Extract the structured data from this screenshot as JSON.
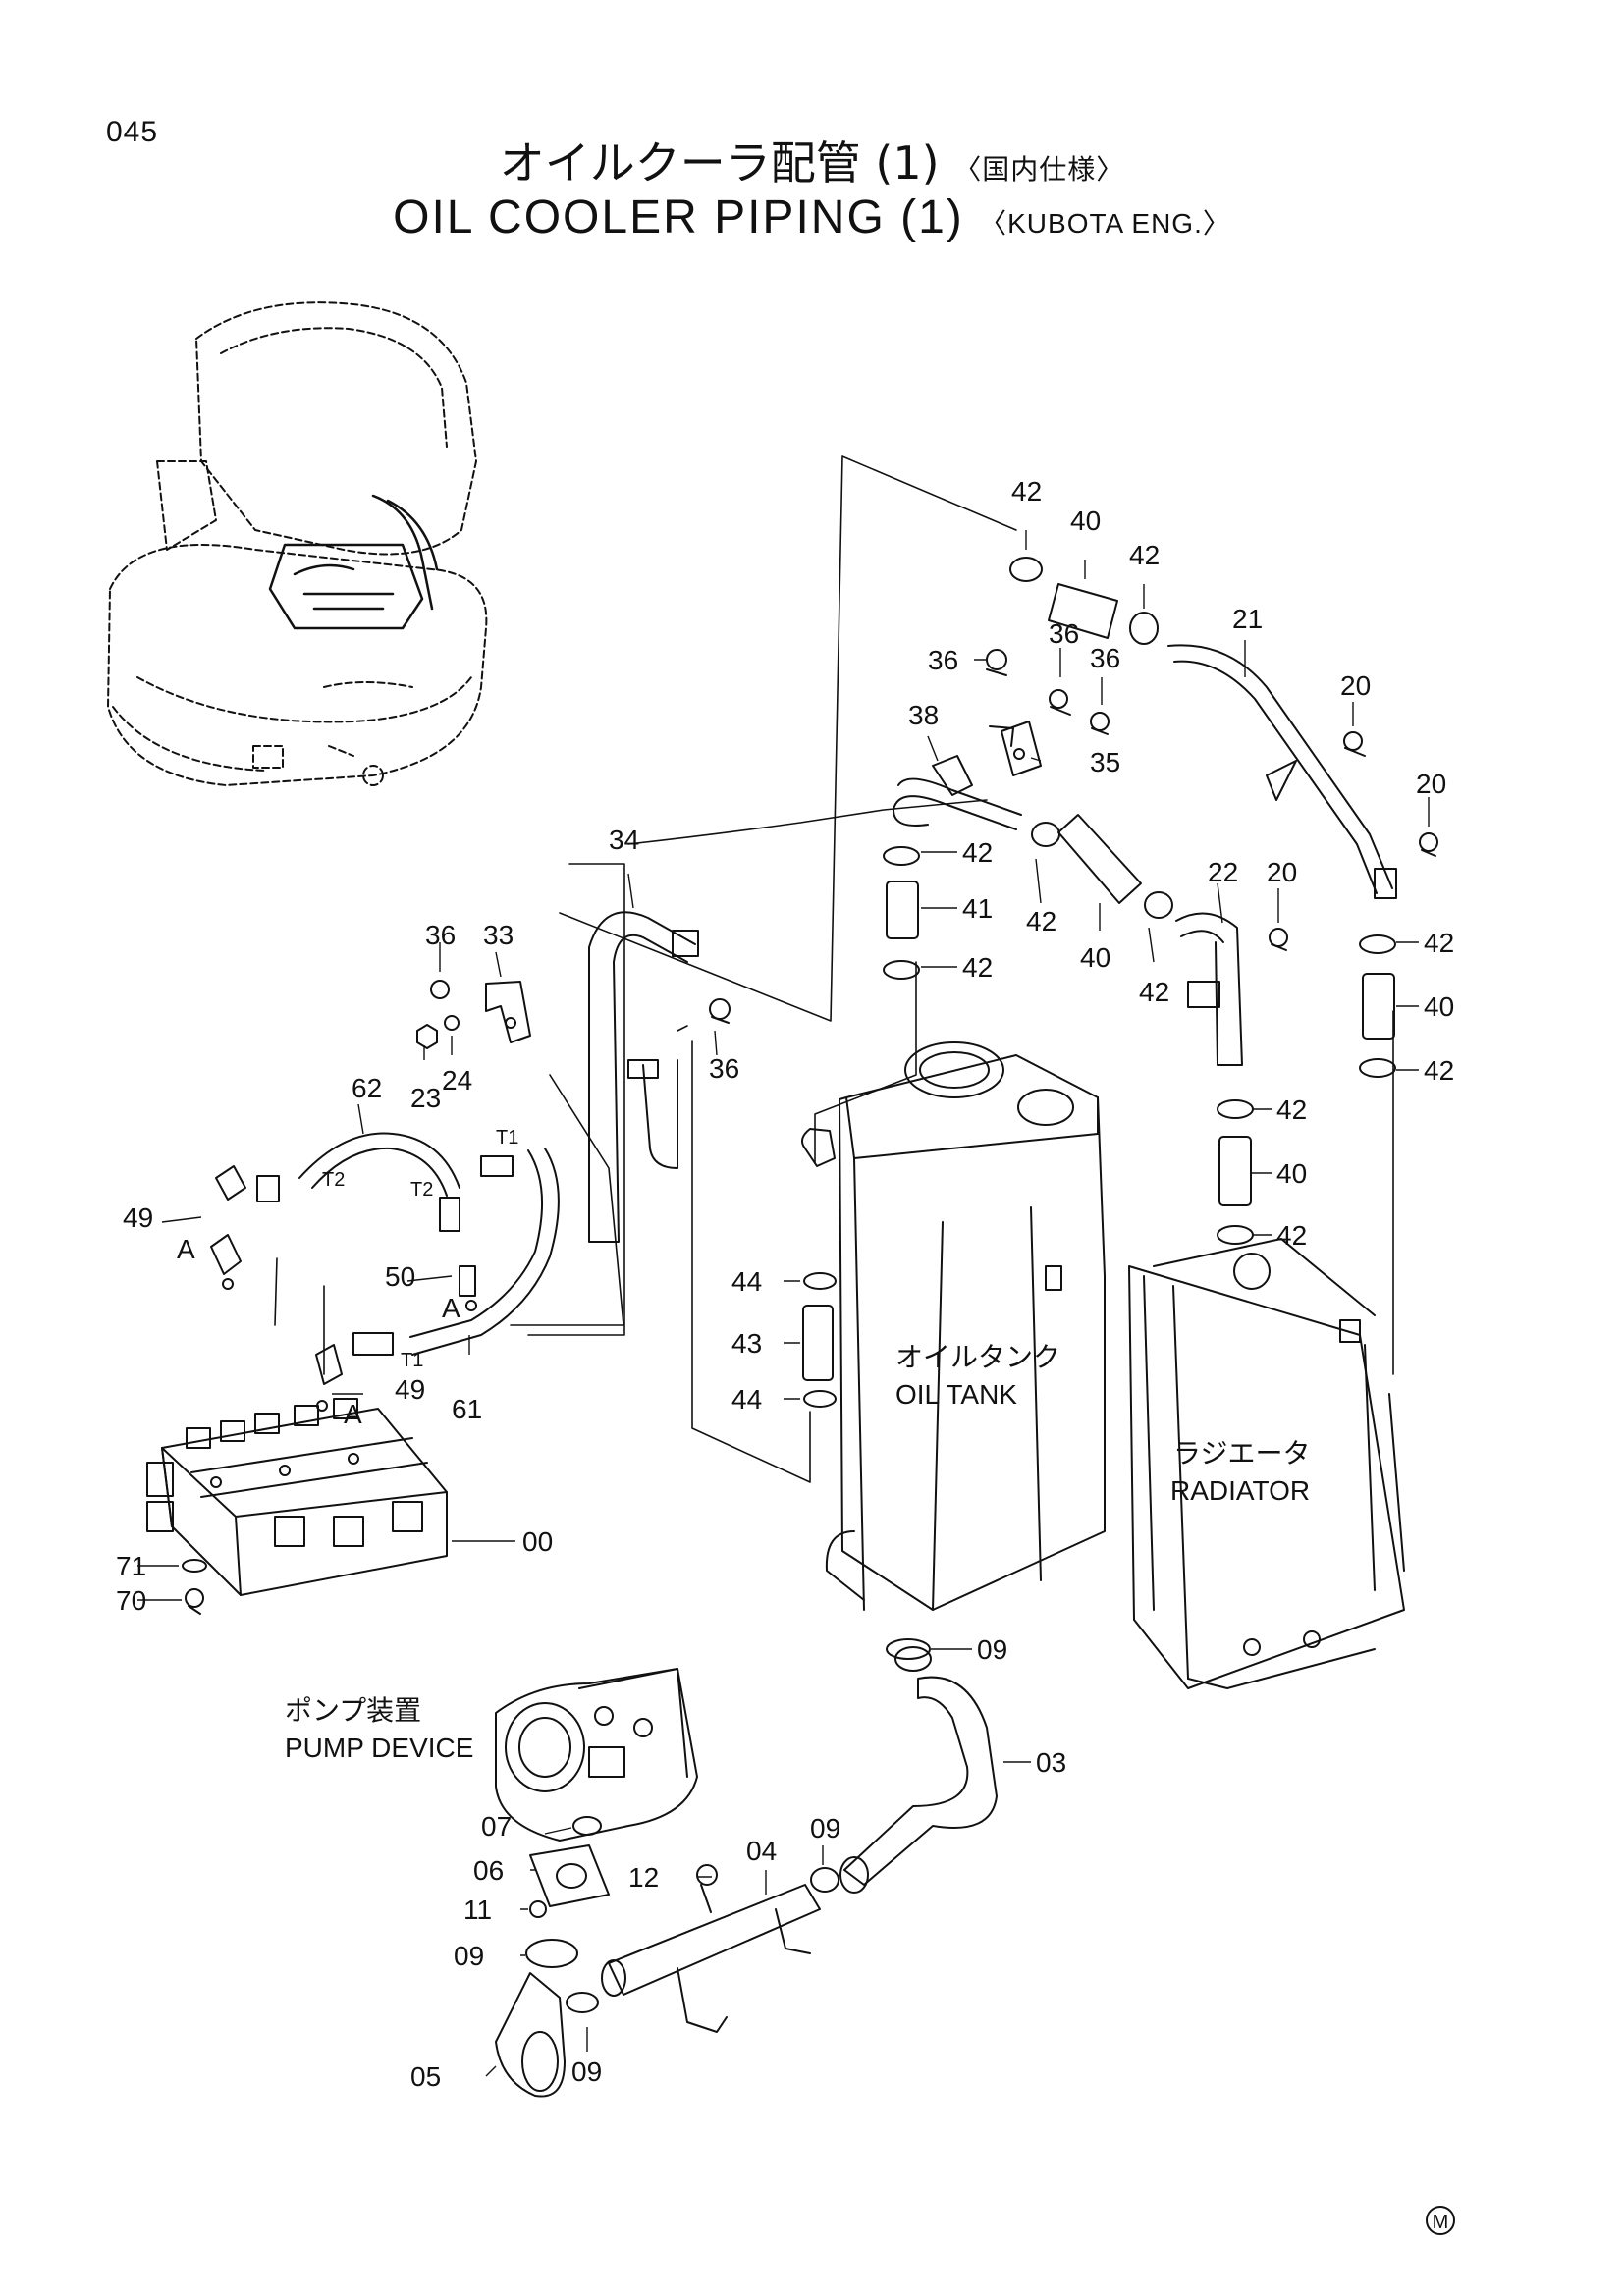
{
  "page_number": "045",
  "title_ja": "オイルクーラ配管 (1)",
  "title_ja_variant": "〈国内仕様〉",
  "title_en": "OIL COOLER PIPING (1)",
  "title_en_variant": "〈KUBOTA ENG.〉",
  "components": {
    "oil_tank_ja": "オイルタンク",
    "oil_tank_en": "OIL TANK",
    "radiator_ja": "ラジエータ",
    "radiator_en": "RADIATOR",
    "pump_ja": "ポンプ装置",
    "pump_en": "PUMP DEVICE"
  },
  "callouts": [
    "42",
    "40",
    "42",
    "21",
    "36",
    "36",
    "36",
    "20",
    "38",
    "35",
    "20",
    "42",
    "42",
    "41",
    "42",
    "40",
    "42",
    "22",
    "20",
    "42",
    "40",
    "42",
    "42",
    "40",
    "42",
    "34",
    "36",
    "33",
    "36",
    "23",
    "24",
    "62",
    "T1",
    "T2",
    "T2",
    "49",
    "A",
    "50",
    "A",
    "T1",
    "49",
    "A",
    "61",
    "44",
    "43",
    "44",
    "00",
    "71",
    "70",
    "09",
    "03",
    "07",
    "09",
    "06",
    "04",
    "12",
    "11",
    "09",
    "05",
    "09"
  ],
  "revision_mark": "M"
}
